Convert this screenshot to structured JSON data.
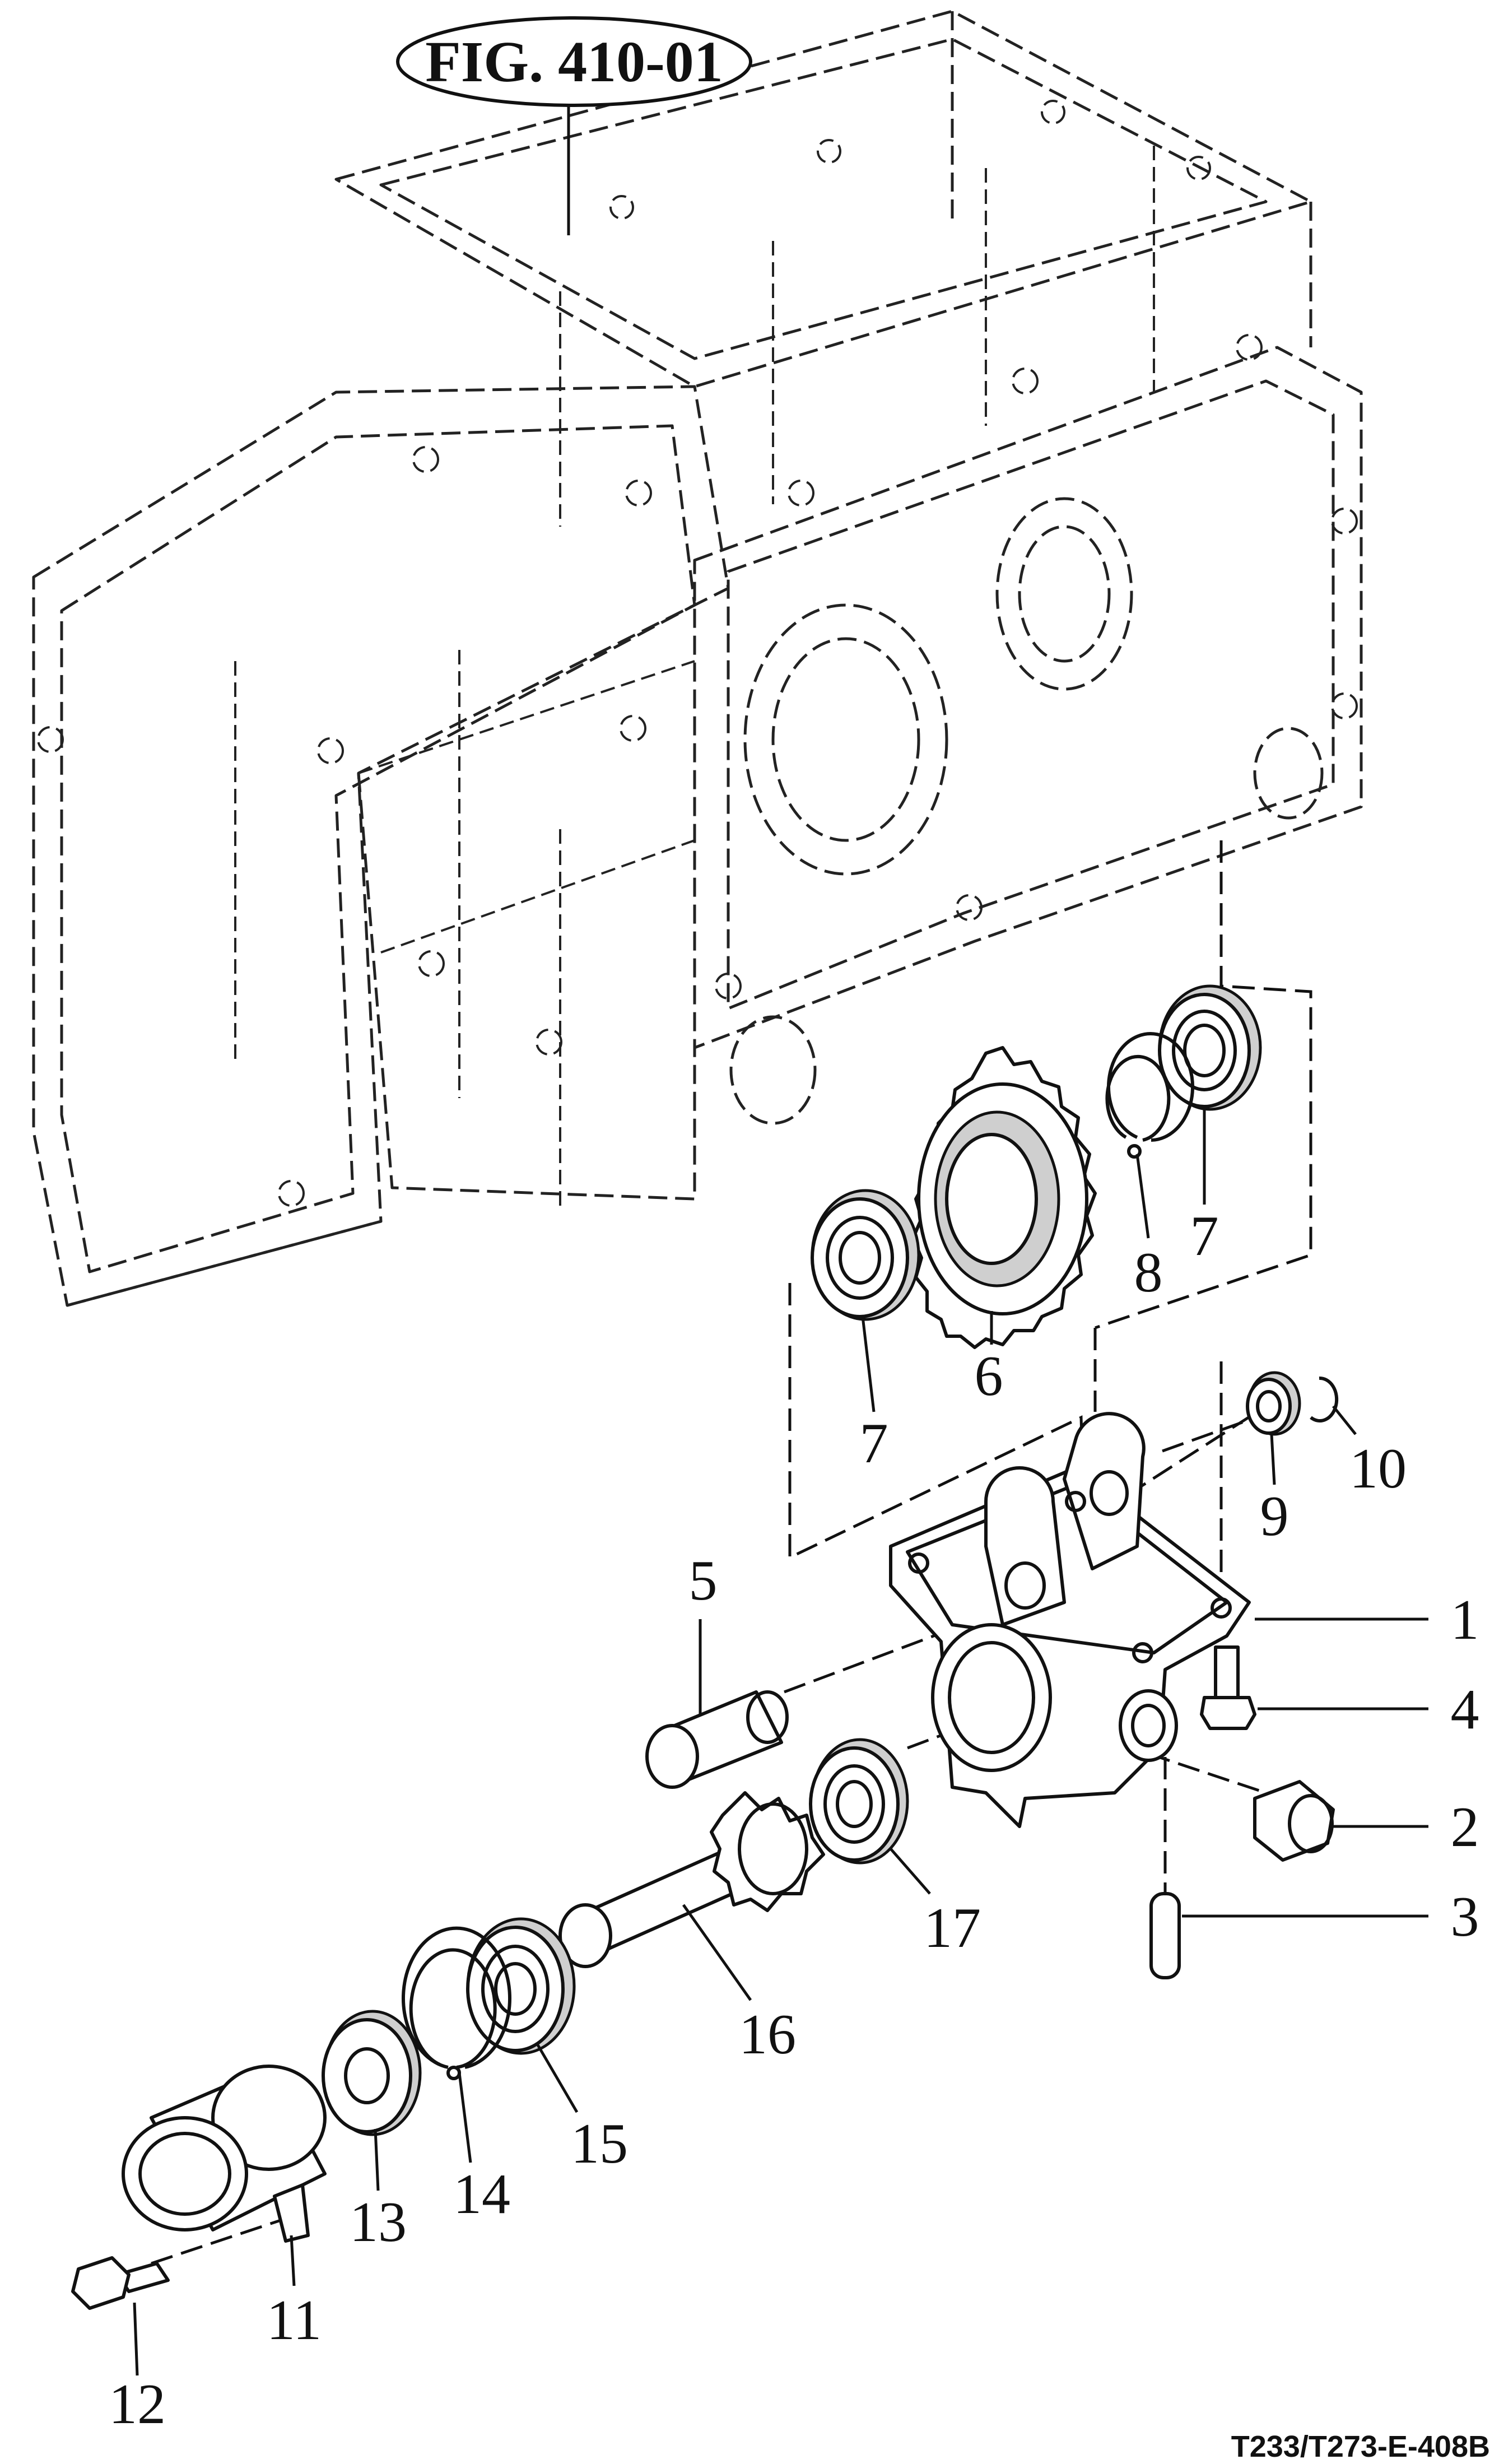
{
  "figure_reference": "FIG. 410-01",
  "drawing_code": "T233/T273-E-408B",
  "callouts": [
    "1",
    "2",
    "3",
    "4",
    "5",
    "6",
    "7",
    "7",
    "8",
    "9",
    "10",
    "11",
    "12",
    "13",
    "14",
    "15",
    "16",
    "17"
  ]
}
